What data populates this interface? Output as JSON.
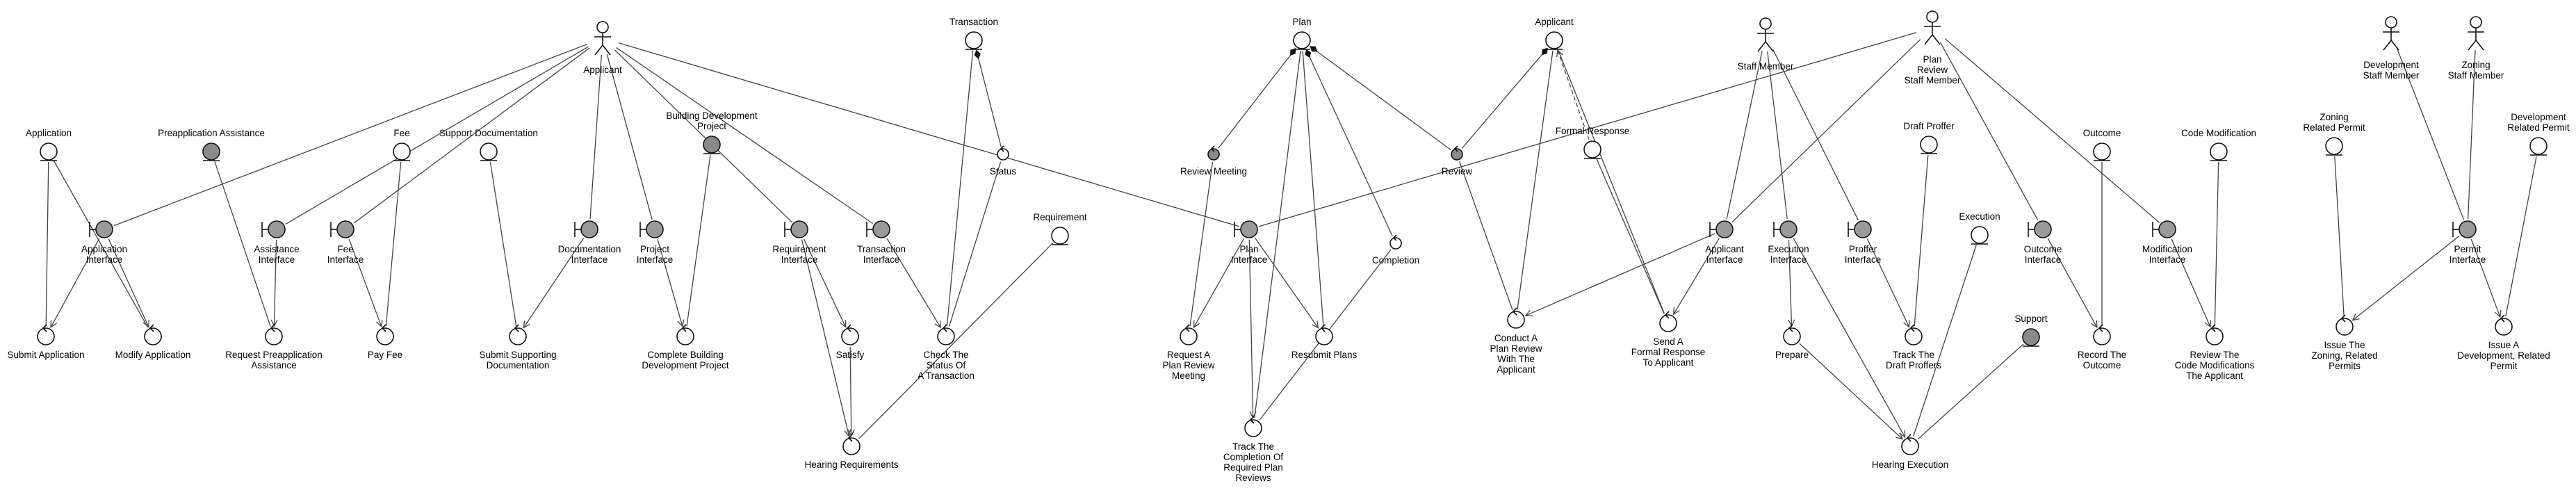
{
  "nodes": [
    {
      "id": "applicant_actor",
      "type": "actor",
      "label": "Applicant"
    },
    {
      "id": "application",
      "type": "entity",
      "label": "Application"
    },
    {
      "id": "preapp_assist",
      "type": "entity_gray",
      "label": "Preapplication Assistance"
    },
    {
      "id": "fee",
      "type": "entity",
      "label": "Fee"
    },
    {
      "id": "support_doc",
      "type": "entity",
      "label": "Support Documentation"
    },
    {
      "id": "building_dev_project",
      "type": "entity_gray",
      "label": "Building Development|Project"
    },
    {
      "id": "application_interface",
      "type": "boundary",
      "label": "Application|Interface"
    },
    {
      "id": "assistance_interface",
      "type": "boundary",
      "label": "Assistance|Interface"
    },
    {
      "id": "fee_interface",
      "type": "boundary",
      "label": "Fee|Interface"
    },
    {
      "id": "documentation_interface",
      "type": "boundary",
      "label": "Documentation|Interface"
    },
    {
      "id": "project_interface",
      "type": "boundary",
      "label": "Project|Interface"
    },
    {
      "id": "requirement_interface",
      "type": "boundary",
      "label": "Requirement|Interface"
    },
    {
      "id": "transaction_interface",
      "type": "boundary",
      "label": "Transaction|Interface"
    },
    {
      "id": "submit_application",
      "type": "control",
      "label": "Submit Application"
    },
    {
      "id": "modify_application",
      "type": "control",
      "label": "Modify Application"
    },
    {
      "id": "request_preapp",
      "type": "control",
      "label": "Request Preapplication|Assistance"
    },
    {
      "id": "pay_fee",
      "type": "control",
      "label": "Pay Fee"
    },
    {
      "id": "submit_support_docs",
      "type": "control",
      "label": "Submit Supporting|Documentation"
    },
    {
      "id": "complete_building",
      "type": "control",
      "label": "Complete Building|Development Project"
    },
    {
      "id": "satisfy",
      "type": "control",
      "label": "Satisfy"
    },
    {
      "id": "hearing_requirements",
      "type": "control",
      "label": "Hearing Requirements"
    },
    {
      "id": "transaction",
      "type": "entity",
      "label": "Transaction"
    },
    {
      "id": "status",
      "type": "mini",
      "label": "Status"
    },
    {
      "id": "check_status",
      "type": "control",
      "label": "Check The|Status Of|A Transaction"
    },
    {
      "id": "requirement",
      "type": "entity",
      "label": "Requirement"
    },
    {
      "id": "plan",
      "type": "entity",
      "label": "Plan"
    },
    {
      "id": "review_meeting",
      "type": "mini_gray",
      "label": "Review Meeting"
    },
    {
      "id": "plan_interface",
      "type": "boundary",
      "label": "Plan|Interface"
    },
    {
      "id": "request_plan_review",
      "type": "control",
      "label": "Request A|Plan Review|Meeting"
    },
    {
      "id": "resubmit_plans",
      "type": "control",
      "label": "Resubmit Plans"
    },
    {
      "id": "track_completion",
      "type": "control",
      "label": "Track The|Completion Of|Required Plan|Reviews"
    },
    {
      "id": "completion",
      "type": "mini",
      "label": "Completion"
    },
    {
      "id": "review",
      "type": "mini_gray",
      "label": "Review"
    },
    {
      "id": "applicant_entity",
      "type": "entity",
      "label": "Applicant"
    },
    {
      "id": "formal_response",
      "type": "entity",
      "label": "Formal Response"
    },
    {
      "id": "conduct_plan_review",
      "type": "control",
      "label": "Conduct A|Plan Review|With The|Applicant"
    },
    {
      "id": "send_formal_response",
      "type": "control",
      "label": "Send A|Formal Response|To Applicant"
    },
    {
      "id": "staff_member",
      "type": "actor",
      "label": "Staff Member"
    },
    {
      "id": "plan_review_staff",
      "type": "actor",
      "label": "Plan|Review|Staff Member"
    },
    {
      "id": "applicant_interface",
      "type": "boundary",
      "label": "Applicant|Interface"
    },
    {
      "id": "execution_interface",
      "type": "boundary",
      "label": "Execution|Interface"
    },
    {
      "id": "proffer_interface",
      "type": "boundary",
      "label": "Proffer|Interface"
    },
    {
      "id": "draft_proffer",
      "type": "entity",
      "label": "Draft Proffer"
    },
    {
      "id": "prepare",
      "type": "control",
      "label": "Prepare"
    },
    {
      "id": "track_draft_proffers",
      "type": "control",
      "label": "Track The|Draft Proffers"
    },
    {
      "id": "execution",
      "type": "entity",
      "label": "Execution"
    },
    {
      "id": "hearing_execution",
      "type": "control",
      "label": "Hearing Execution"
    },
    {
      "id": "support",
      "type": "entity_gray",
      "label": "Support"
    },
    {
      "id": "outcome",
      "type": "entity",
      "label": "Outcome"
    },
    {
      "id": "outcome_interface",
      "type": "boundary",
      "label": "Outcome|Interface"
    },
    {
      "id": "record_outcome",
      "type": "control",
      "label": "Record The|Outcome"
    },
    {
      "id": "code_modification",
      "type": "entity",
      "label": "Code Modification"
    },
    {
      "id": "modification_interface",
      "type": "boundary",
      "label": "Modification|Interface"
    },
    {
      "id": "review_code_mods",
      "type": "control",
      "label": "Review The|Code Modifications|The Applicant"
    },
    {
      "id": "dev_staff",
      "type": "actor",
      "label": "Development|Staff Member"
    },
    {
      "id": "zoning_staff",
      "type": "actor",
      "label": "Zoning|Staff Member"
    },
    {
      "id": "zoning_related_permit",
      "type": "entity",
      "label": "Zoning|Related Permit"
    },
    {
      "id": "dev_related_permit",
      "type": "entity",
      "label": "Development|Related Permit"
    },
    {
      "id": "permit_interface",
      "type": "boundary",
      "label": "Permit|Interface"
    },
    {
      "id": "issue_zoning",
      "type": "control",
      "label": "Issue The|Zoning, Related|Permits"
    },
    {
      "id": "issue_development",
      "type": "control",
      "label": "Issue A|Development, Related|Permit"
    }
  ],
  "edges": [
    {
      "from": "applicant_actor",
      "to": "application_interface"
    },
    {
      "from": "applicant_actor",
      "to": "assistance_interface"
    },
    {
      "from": "applicant_actor",
      "to": "fee_interface"
    },
    {
      "from": "applicant_actor",
      "to": "documentation_interface"
    },
    {
      "from": "applicant_actor",
      "to": "project_interface"
    },
    {
      "from": "applicant_actor",
      "to": "requirement_interface"
    },
    {
      "from": "applicant_actor",
      "to": "transaction_interface"
    },
    {
      "from": "applicant_actor",
      "to": "plan_interface"
    },
    {
      "from": "application_interface",
      "to": "submit_application",
      "arrow": true
    },
    {
      "from": "application_interface",
      "to": "modify_application",
      "arrow": true
    },
    {
      "from": "application",
      "to": "submit_application"
    },
    {
      "from": "application",
      "to": "modify_application"
    },
    {
      "from": "assistance_interface",
      "to": "request_preapp",
      "arrow": true
    },
    {
      "from": "preapp_assist",
      "to": "request_preapp"
    },
    {
      "from": "fee_interface",
      "to": "pay_fee",
      "arrow": true
    },
    {
      "from": "fee",
      "to": "pay_fee"
    },
    {
      "from": "documentation_interface",
      "to": "submit_support_docs",
      "arrow": true
    },
    {
      "from": "support_doc",
      "to": "submit_support_docs"
    },
    {
      "from": "project_interface",
      "to": "complete_building",
      "arrow": true
    },
    {
      "from": "building_dev_project",
      "to": "complete_building"
    },
    {
      "from": "requirement_interface",
      "to": "satisfy",
      "arrow": true
    },
    {
      "from": "requirement_interface",
      "to": "hearing_requirements",
      "arrow": true
    },
    {
      "from": "satisfy",
      "to": "hearing_requirements",
      "arrow": true
    },
    {
      "from": "requirement",
      "to": "hearing_requirements"
    },
    {
      "from": "transaction_interface",
      "to": "check_status",
      "arrow": true
    },
    {
      "from": "status",
      "to": "transaction",
      "diamond": true
    },
    {
      "from": "check_status",
      "to": "transaction"
    },
    {
      "from": "check_status",
      "to": "status"
    },
    {
      "from": "plan_interface",
      "to": "request_plan_review",
      "arrow": true
    },
    {
      "from": "plan_interface",
      "to": "resubmit_plans",
      "arrow": true
    },
    {
      "from": "plan_interface",
      "to": "track_completion",
      "arrow": true
    },
    {
      "from": "review_meeting",
      "to": "plan",
      "diamond": true
    },
    {
      "from": "request_plan_review",
      "to": "review_meeting"
    },
    {
      "from": "resubmit_plans",
      "to": "plan"
    },
    {
      "from": "completion",
      "to": "plan",
      "diamond": true
    },
    {
      "from": "review",
      "to": "plan",
      "diamond": true
    },
    {
      "from": "track_completion",
      "to": "plan"
    },
    {
      "from": "track_completion",
      "to": "completion"
    },
    {
      "from": "review",
      "to": "applicant_entity",
      "diamond": true
    },
    {
      "from": "formal_response",
      "to": "applicant_entity",
      "dashed": true,
      "open": true
    },
    {
      "from": "conduct_plan_review",
      "to": "review"
    },
    {
      "from": "conduct_plan_review",
      "to": "applicant_entity"
    },
    {
      "from": "send_formal_response",
      "to": "formal_response"
    },
    {
      "from": "send_formal_response",
      "to": "applicant_entity"
    },
    {
      "from": "plan_review_staff",
      "to": "plan_interface"
    },
    {
      "from": "plan_review_staff",
      "to": "applicant_interface"
    },
    {
      "from": "plan_review_staff",
      "to": "outcome_interface"
    },
    {
      "from": "plan_review_staff",
      "to": "modification_interface"
    },
    {
      "from": "staff_member",
      "to": "applicant_interface"
    },
    {
      "from": "staff_member",
      "to": "execution_interface"
    },
    {
      "from": "staff_member",
      "to": "proffer_interface"
    },
    {
      "from": "applicant_interface",
      "to": "conduct_plan_review",
      "arrow": true
    },
    {
      "from": "applicant_interface",
      "to": "send_formal_response",
      "arrow": true
    },
    {
      "from": "execution_interface",
      "to": "prepare",
      "arrow": true
    },
    {
      "from": "execution_interface",
      "to": "hearing_execution",
      "arrow": true
    },
    {
      "from": "prepare",
      "to": "hearing_execution",
      "arrow": true
    },
    {
      "from": "execution",
      "to": "hearing_execution"
    },
    {
      "from": "support",
      "to": "hearing_execution"
    },
    {
      "from": "proffer_interface",
      "to": "track_draft_proffers",
      "arrow": true
    },
    {
      "from": "draft_proffer",
      "to": "track_draft_proffers"
    },
    {
      "from": "outcome_interface",
      "to": "record_outcome",
      "arrow": true
    },
    {
      "from": "outcome",
      "to": "record_outcome"
    },
    {
      "from": "modification_interface",
      "to": "review_code_mods",
      "arrow": true
    },
    {
      "from": "code_modification",
      "to": "review_code_mods"
    },
    {
      "from": "dev_staff",
      "to": "permit_interface"
    },
    {
      "from": "zoning_staff",
      "to": "permit_interface"
    },
    {
      "from": "permit_interface",
      "to": "issue_zoning",
      "arrow": true
    },
    {
      "from": "permit_interface",
      "to": "issue_development",
      "arrow": true
    },
    {
      "from": "zoning_related_permit",
      "to": "issue_zoning"
    },
    {
      "from": "dev_related_permit",
      "to": "issue_development"
    }
  ]
}
